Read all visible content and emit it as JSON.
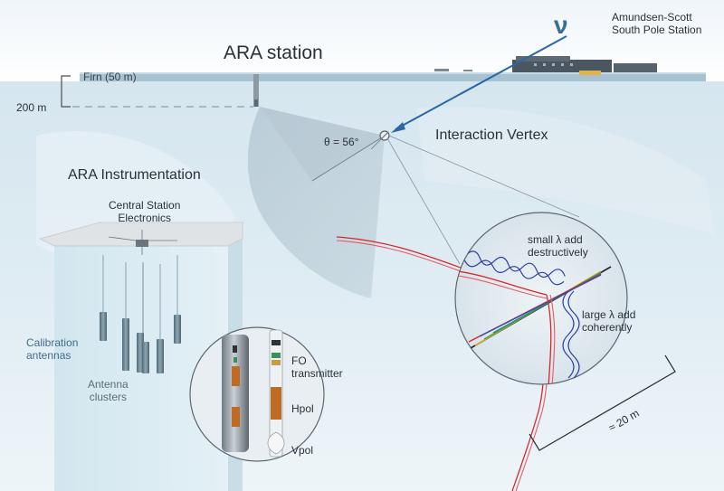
{
  "labels": {
    "neutrino_symbol": "ν",
    "south_pole_station": "Amundsen-Scott\nSouth Pole Station",
    "ara_station": "ARA station",
    "firn": "Firn (50 m)",
    "depth": "200 m",
    "angle": "θ = 56°",
    "interaction_vertex": "Interaction Vertex",
    "ara_instrumentation": "ARA Instrumentation",
    "central_electronics": "Central Station\nElectronics",
    "calibration_antennas": "Calibration\nantennas",
    "antenna_clusters": "Antenna\nclusters",
    "fo_transmitter": "FO\ntransmitter",
    "hpol": "Hpol",
    "vpol": "Vpol",
    "small_lambda": "small λ add\ndestructively",
    "large_lambda": "large λ add\ncoherently",
    "distance": "≈ 20 m"
  },
  "colors": {
    "ice": "#d9e9f1",
    "neutrino": "#2a67a5",
    "cone": "#a9bfcc",
    "shower_red": "#d8262c",
    "wave_blue": "#2b3da8",
    "text": "#2a3038"
  }
}
